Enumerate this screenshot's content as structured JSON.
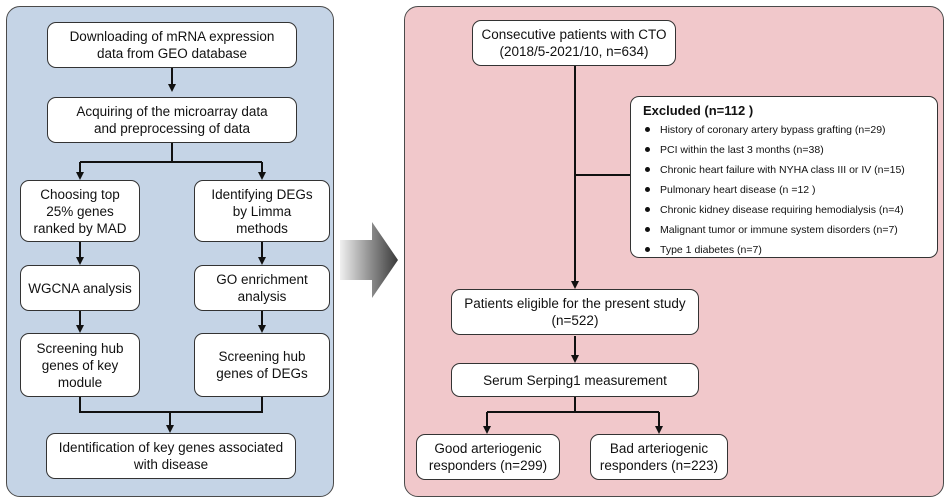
{
  "left": {
    "download": "Downloading of mRNA expression\ndata from GEO database",
    "acquire": "Acquiring of the microarray data\nand preprocessing of data",
    "choose": "Choosing top\n25% genes\nranked by MAD",
    "identify": "Identifying DEGs\nby Limma\nmethods",
    "wgcna": "WGCNA analysis",
    "go": "GO enrichment\nanalysis",
    "hub_module": "Screening hub\ngenes of key\nmodule",
    "hub_degs": "Screening hub\ngenes of DEGs",
    "key_genes": "Identification of key genes associated\nwith disease"
  },
  "right": {
    "patients": "Consecutive patients with CTO\n(2018/5-2021/10, n=634)",
    "excluded": {
      "title": "Excluded (n=112 )",
      "items": [
        "History of coronary artery bypass grafting (n=29)",
        "PCI within the last 3 months (n=38)",
        "Chronic heart failure with NYHA class III or IV (n=15)",
        "Pulmonary heart disease (n =12 )",
        "Chronic kidney disease requiring hemodialysis (n=4)",
        "Malignant tumor or immune system disorders (n=7)",
        "Type 1 diabetes (n=7)"
      ]
    },
    "eligible": "Patients eligible for the present study\n(n=522)",
    "serum": "Serum Serping1 measurement",
    "good": "Good arteriogenic\nresponders (n=299)",
    "bad": "Bad arteriogenic\nresponders (n=223)"
  }
}
